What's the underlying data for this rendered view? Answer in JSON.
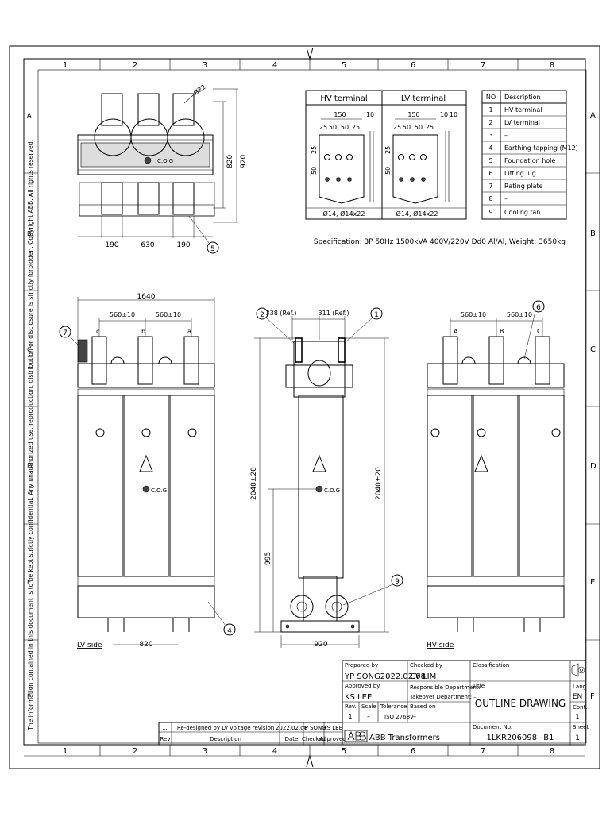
{
  "grid": {
    "columns": [
      "1",
      "2",
      "3",
      "4",
      "5",
      "6",
      "7",
      "8"
    ],
    "rows": [
      "A",
      "B",
      "C",
      "D",
      "E",
      "F"
    ]
  },
  "side_note": "The information contained in this document is to be kept strictly confidential. Any unauthorized use, reproduction, distribution or disclosure is strictly forbidden. Copyright ABB. All rights reserved.",
  "top_view": {
    "dims": {
      "w1": "190",
      "w2": "630",
      "w3": "190",
      "h1": "820",
      "h2": "920",
      "dia": "Ø22"
    },
    "cog": "C.O.G",
    "callout": "5"
  },
  "terminals": {
    "hv_title": "HV terminal",
    "lv_title": "LV terminal",
    "hv": {
      "width": "150",
      "spacing": [
        "25",
        "50",
        "50",
        "25"
      ],
      "side": "10",
      "vert": [
        "50",
        "25"
      ],
      "holes": "Ø14, Ø14x22"
    },
    "lv": {
      "width": "150",
      "spacing": [
        "25",
        "50",
        "50",
        "25"
      ],
      "side": [
        "10",
        "10"
      ],
      "vert": [
        "50",
        "25"
      ],
      "holes": "Ø14, Ø14x22"
    }
  },
  "legend": {
    "headers": [
      "NO",
      "Description"
    ],
    "rows": [
      [
        "1",
        "HV terminal"
      ],
      [
        "2",
        "LV terminal"
      ],
      [
        "3",
        "–"
      ],
      [
        "4",
        "Earthing tapping (M12)"
      ],
      [
        "5",
        "Foundation hole"
      ],
      [
        "6",
        "Lifting lug"
      ],
      [
        "7",
        "Rating plate"
      ],
      [
        "8",
        "–"
      ],
      [
        "9",
        "Cooling fan"
      ]
    ]
  },
  "specification": "Specification: 3P 50Hz 1500kVA 400V/220V Dd0 Al/Al, Weight: 3650kg",
  "lv_view": {
    "width": "1640",
    "spacing": [
      "560±10",
      "560±10"
    ],
    "phases": [
      "c",
      "b",
      "a"
    ],
    "cog": "C.O.G",
    "bottom": "820",
    "label": "LV side",
    "callouts": [
      "7",
      "4"
    ]
  },
  "side_view": {
    "top_dims": [
      "338 (Ref.)",
      "311 (Ref.)"
    ],
    "height_left": "2040±20",
    "height_right": "2040±20",
    "cog_height": "995",
    "cog": "C.O.G",
    "bottom": "920",
    "callouts": [
      "2",
      "1",
      "9"
    ]
  },
  "hv_view": {
    "spacing": [
      "560±10",
      "560±10"
    ],
    "phases": [
      "A",
      "B",
      "C"
    ],
    "label": "HV side",
    "callout": "6"
  },
  "title_block": {
    "prepared_by_label": "Prepared by",
    "prepared_by": "YP SONG2022.02.08",
    "checked_by_label": "Checked by",
    "checked_by": "CY LIM",
    "classification_label": "Classification",
    "approved_by_label": "Approved by",
    "approved_by": "KS LEE",
    "resp_dept": "Responsible Department:  –",
    "takeover_dept": "Takeover Department:  –",
    "title_label": "Title",
    "title": "OUTLINE DRAWING",
    "lang_label": "Lang.",
    "lang": "EN",
    "rev_label": "Rev.",
    "rev": "1",
    "scale_label": "Scale",
    "scale": "–",
    "tolerance_label": "Tolerance",
    "tolerance": "ISO 2768V",
    "based_on_label": "Based on",
    "based_on": "–",
    "cont_label": "Cont.",
    "cont": "1",
    "company": "ABB Transformers",
    "doc_no_label": "Document No.",
    "doc_no": "1LKR206098 –B1",
    "sheet_label": "Sheet",
    "sheet": "1"
  },
  "revision": {
    "no": "1.",
    "description": "Re-designed by LV voltage revision",
    "date": "2022.02.08",
    "checked": "YP SONG",
    "approved": "KS LEE",
    "headers": [
      "Rev",
      "Description",
      "Date",
      "Checked",
      "Approved"
    ]
  }
}
